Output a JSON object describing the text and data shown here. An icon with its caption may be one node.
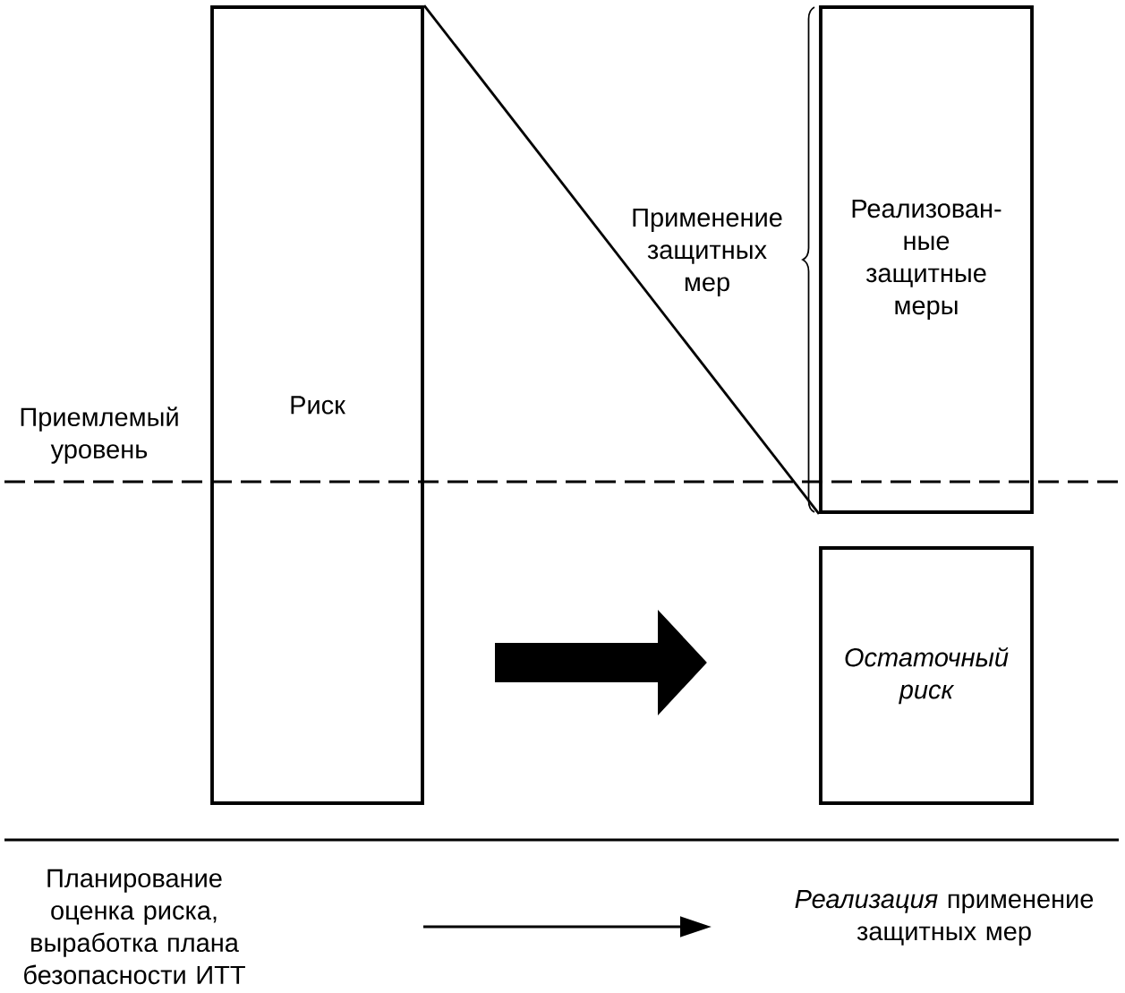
{
  "diagram": {
    "nodes": [
      {
        "text": [
          "Риск"
        ]
      },
      {
        "text": [
          "Реализован- ные защитные меры"
        ]
      },
      {
        "text": [
          "Остаточный риск"
        ]
      },
      {
        "text": [
          "Планирование оценка риска, выработка плана безопасности ИТТ"
        ]
      },
      {
        "text": [
          "*Реализация* применение защитных мер"
        ]
      }
    ],
    "edges": [
      {
        "from": 0,
        "to": 1,
        "arrow": "none"
      }
    ],
    "labels": [
      "Применение защитных мер",
      "Приемлемый уровень"
    ]
  }
}
